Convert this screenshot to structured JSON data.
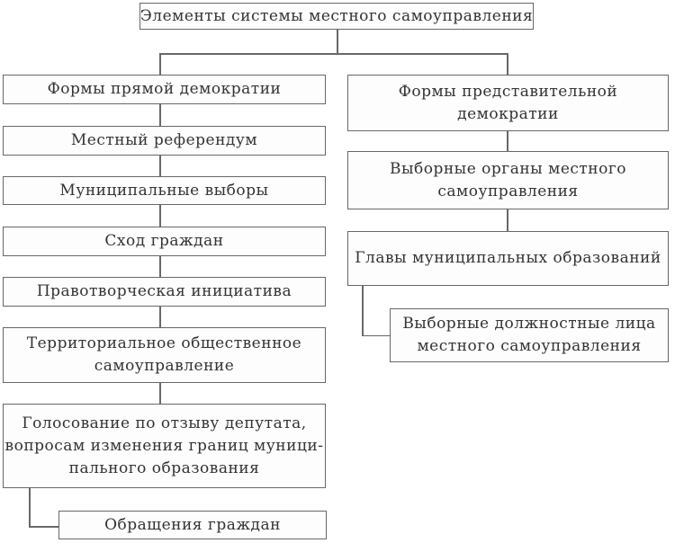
{
  "diagram": {
    "title": {
      "label": "Элементы системы местного самоуправления",
      "lines": [
        "Элементы системы местного самоуправления"
      ]
    },
    "left_column": [
      {
        "label": "Формы прямой демократии",
        "lines": [
          "Формы прямой демократии"
        ]
      },
      {
        "label": "Местный референдум",
        "lines": [
          "Местный референдум"
        ]
      },
      {
        "label": "Муниципальные выборы",
        "lines": [
          "Муниципальные выборы"
        ]
      },
      {
        "label": "Сход граждан",
        "lines": [
          "Сход граждан"
        ]
      },
      {
        "label": "Правотворческая инициатива",
        "lines": [
          "Правотворческая инициатива"
        ]
      },
      {
        "label": "Территориальное общественное самоуправление",
        "lines": [
          "Территориальное общественное",
          "самоуправление"
        ]
      },
      {
        "label": "Голосование по отзыву депутата, вопросам изменения границ муниципального образования",
        "lines": [
          "Голосование по отзыву депутата,",
          "вопросам изменения границ муници-",
          "пального образования"
        ]
      },
      {
        "label": "Обращения граждан",
        "lines": [
          "Обращения граждан"
        ]
      }
    ],
    "right_column": [
      {
        "label": "Формы представительной демократии",
        "lines": [
          "Формы представительной",
          "демократии"
        ]
      },
      {
        "label": "Выборные органы местного самоуправления",
        "lines": [
          "Выборные органы местного",
          "самоуправления"
        ]
      },
      {
        "label": "Главы муниципальных образований",
        "lines": [
          "Главы муниципальных образований"
        ]
      },
      {
        "label": "Выборные должностные лица местного самоуправления",
        "lines": [
          "Выборные должностные лица",
          "местного самоуправления"
        ]
      }
    ]
  },
  "colors": {
    "background": "#ffffff",
    "box_fill": "#fdfdfd",
    "border": "#686868",
    "connector": "#686868",
    "text": "#333333"
  }
}
